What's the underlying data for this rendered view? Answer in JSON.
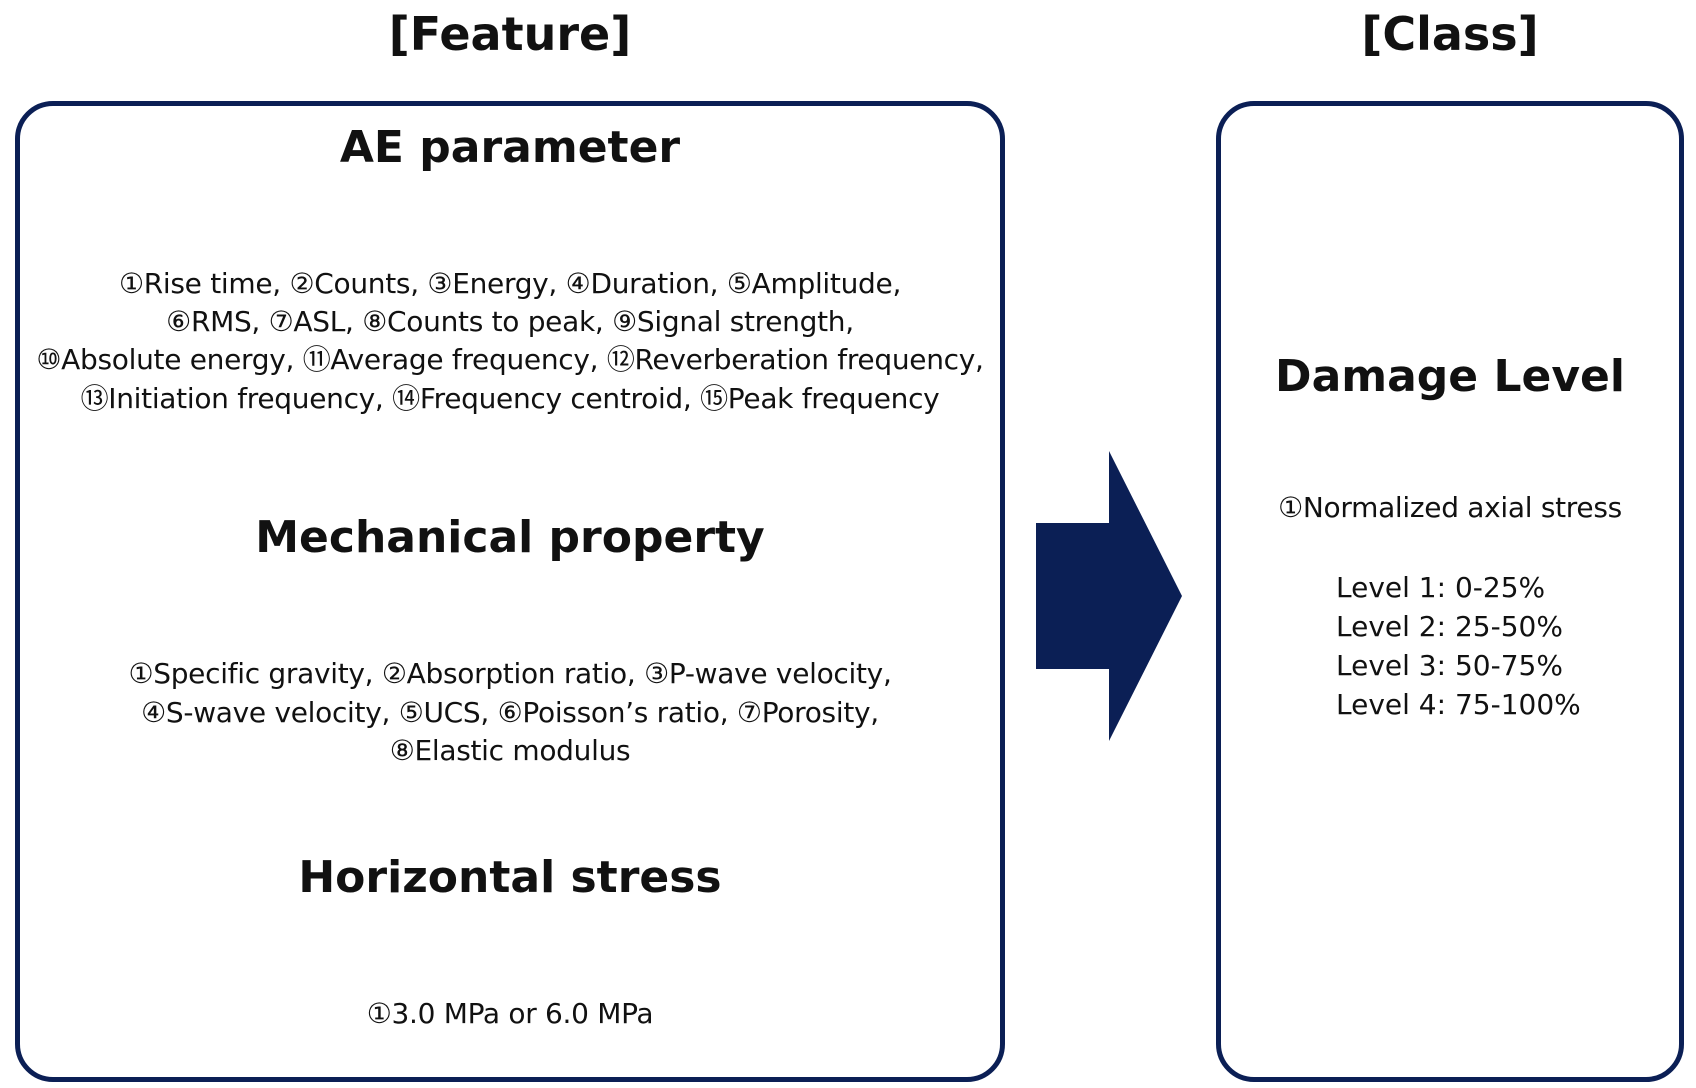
{
  "headers": {
    "feature": "[Feature]",
    "class": "[Class]"
  },
  "feature_panel": {
    "ae_title": "AE parameter",
    "ae_lines": [
      "①Rise time, ②Counts, ③Energy, ④Duration, ⑤Amplitude,",
      "⑥RMS, ⑦ASL, ⑧Counts to peak, ⑨Signal strength,",
      "⑩Absolute energy, ⑪Average frequency, ⑫Reverberation frequency,",
      "⑬Initiation frequency, ⑭Frequency centroid, ⑮Peak frequency"
    ],
    "mech_title": "Mechanical property",
    "mech_lines": [
      "①Specific gravity, ②Absorption ratio, ③P-wave velocity,",
      "④S-wave velocity, ⑤UCS, ⑥Poisson’s ratio, ⑦Porosity,",
      "⑧Elastic modulus"
    ],
    "stress_title": "Horizontal stress",
    "stress_lines": [
      "①3.0 MPa or 6.0 MPa"
    ]
  },
  "class_panel": {
    "title": "Damage Level",
    "subtitle": "①Normalized axial stress",
    "levels": [
      "Level 1: 0-25%",
      "Level 2: 25-50%",
      "Level 3: 50-75%",
      "Level 4: 75-100%"
    ]
  },
  "colors": {
    "border": "#0b1f55",
    "arrow": "#0b1f55",
    "text": "#111111"
  },
  "icons": {
    "arrow": "right-block-arrow-icon"
  }
}
